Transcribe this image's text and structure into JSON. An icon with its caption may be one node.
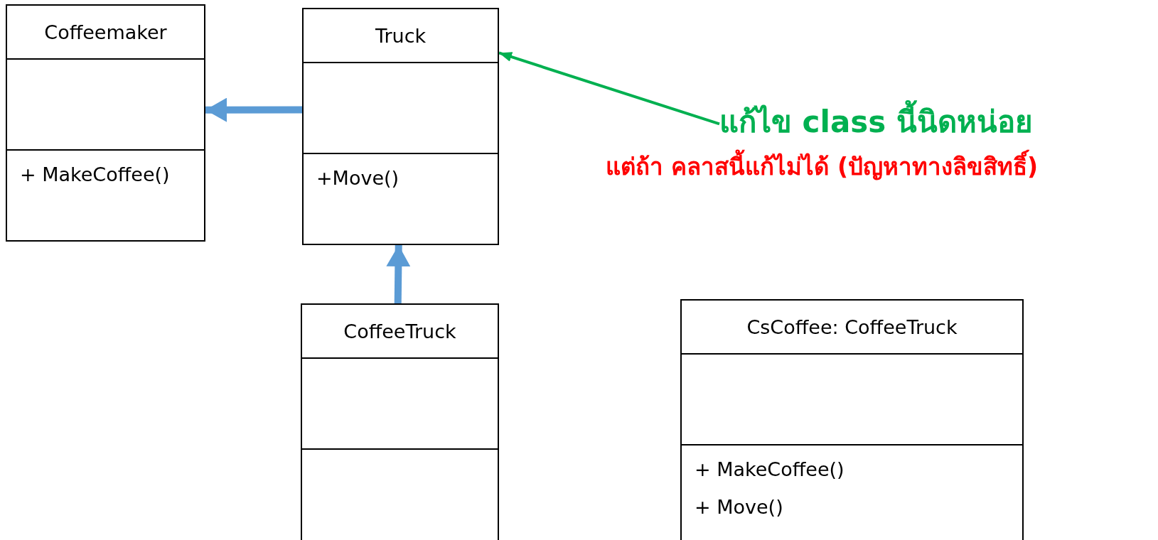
{
  "diagram": {
    "nodes": [
      {
        "text": [
          "Coffeemaker",
          "+ MakeCoffee()"
        ]
      },
      {
        "text": [
          "Truck",
          "+Move()"
        ]
      },
      {
        "text": [
          "CoffeeTruck"
        ]
      },
      {
        "text": [
          "CsCoffee: CoffeeTruck",
          "+ MakeCoffee()",
          "+ Move()"
        ]
      },
      {
        "text": [
          "แก้ไข class นี้นิดหน่อย"
        ]
      }
    ],
    "edges": [
      {
        "from": 1,
        "to": 0,
        "arrow": "to",
        "color": "#5b9bd5"
      },
      {
        "from": 2,
        "to": 1,
        "arrow": "to",
        "color": "#5b9bd5"
      },
      {
        "from": 4,
        "to": 1,
        "arrow": "to",
        "color": "#00b050"
      }
    ],
    "labels": [
      "แต่ถ้า คลาสนี้แก้ไม่ได้ (ปัญหาทางลิขสิทธิ์)"
    ]
  }
}
